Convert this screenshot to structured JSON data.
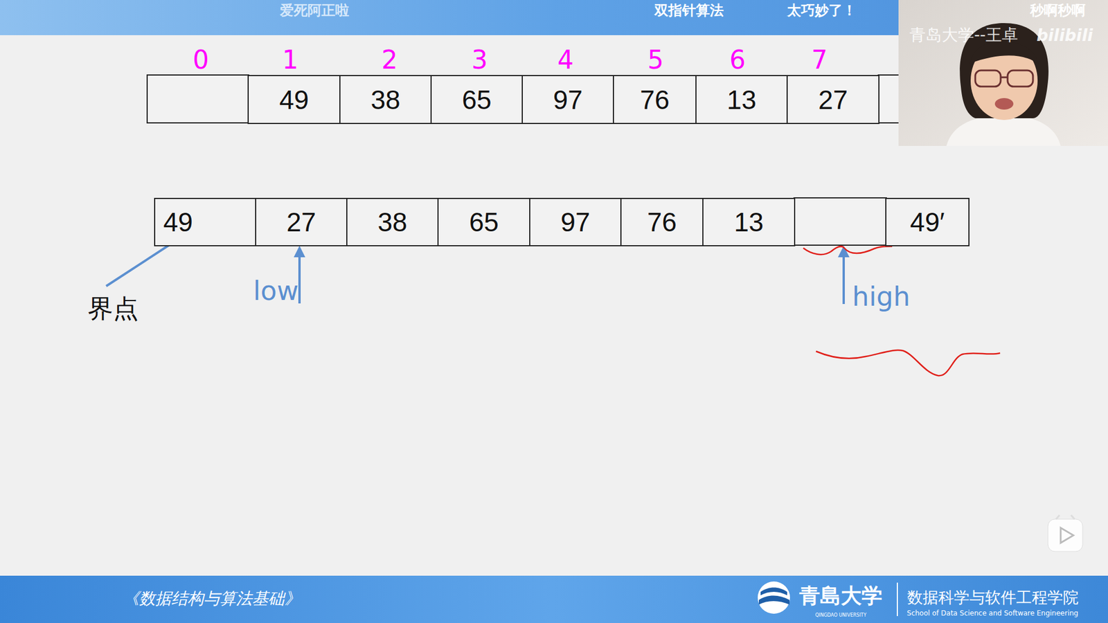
{
  "diagram": {
    "nodes": [
      {
        "text": [
          "49"
        ]
      },
      {
        "text": [
          "38"
        ]
      },
      {
        "text": [
          "65"
        ]
      },
      {
        "text": [
          "97"
        ]
      },
      {
        "text": [
          "76"
        ]
      },
      {
        "text": [
          "13"
        ]
      },
      {
        "text": [
          "27"
        ]
      },
      {
        "text": [
          "49"
        ]
      },
      {
        "text": [
          "27"
        ]
      },
      {
        "text": [
          "38"
        ]
      },
      {
        "text": [
          "65"
        ]
      },
      {
        "text": [
          "97"
        ]
      },
      {
        "text": [
          "76"
        ]
      },
      {
        "text": [
          "13"
        ]
      },
      {
        "text": [
          "49′"
        ]
      }
    ],
    "labels": [
      "爱死阿正啦",
      "双指针算法",
      "太巧妙了！",
      "秒啊秒啊",
      "青岛大学--王卓",
      "bilibili",
      "0",
      "1",
      "2",
      "3",
      "4",
      "5",
      "6",
      "7",
      "界点",
      "low",
      "high",
      "《数据结构与算法基础》",
      "青島大学",
      "QINGDAO UNIVERSITY",
      "数据科学与软件工程学院",
      "School of Data Science and Software Engineering"
    ]
  }
}
